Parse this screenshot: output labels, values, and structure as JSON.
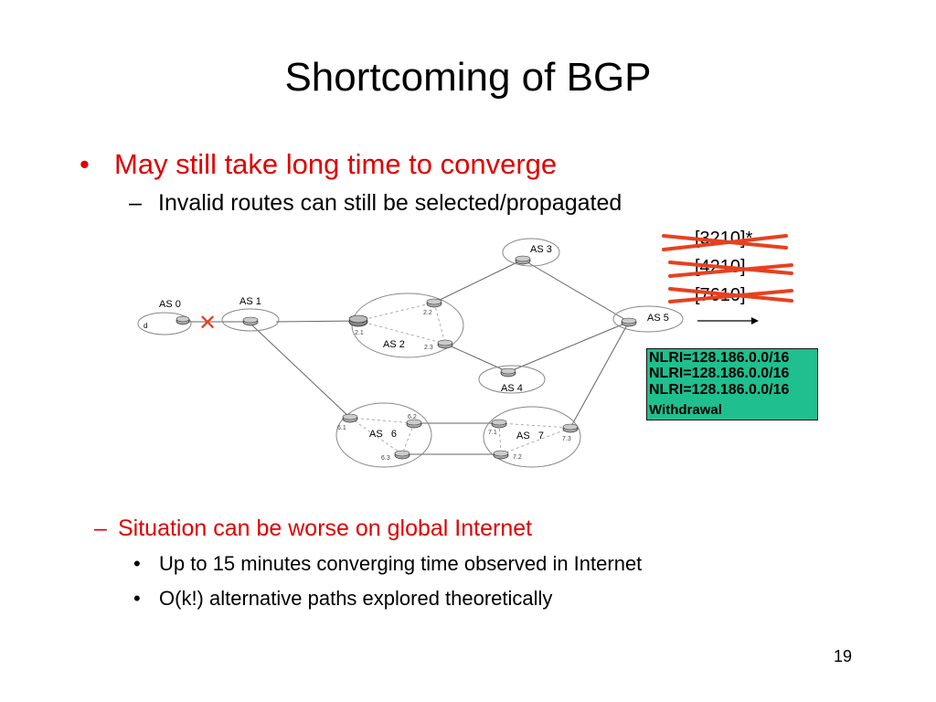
{
  "slide": {
    "title": "Shortcoming of BGP",
    "bullet1": "May still take long time to converge",
    "sub1": "Invalid routes can still be selected/propagated",
    "sub2": "Situation can be worse on global Internet",
    "sub2_items": [
      "Up to 15 minutes converging time observed in Internet",
      "O(k!) alternative paths explored theoretically"
    ],
    "page_number": "19",
    "bullet_glyph": "•",
    "dash_glyph": "–"
  },
  "diagram": {
    "as_labels": {
      "as0": "AS 0",
      "as1": "AS 1",
      "as2": "AS 2",
      "as3": "AS 3",
      "as4": "AS 4",
      "as5": "AS 5",
      "as6": "AS   6",
      "as7": "AS   7"
    },
    "router_labels": {
      "r21": "2.1",
      "r22": "2.2",
      "r23": "2.3",
      "r61": "6.1",
      "r62": "6.2",
      "r63": "6.3",
      "r71": "7.1",
      "r72": "7.2",
      "r73": "7.3",
      "d": "d"
    },
    "failed_link_marker": "✕",
    "crossed_routes": [
      "[3210]*",
      "[4210]",
      "[7610]"
    ],
    "nlri_lines": [
      "NLRI=128.186.0.0/16",
      "NLRI=128.186.0.0/16",
      "NLRI=128.186.0.0/16"
    ],
    "withdrawal_label": "Withdrawal",
    "colors": {
      "bullet_red": "#e00000",
      "strike_red": "#e8401f",
      "nlri_green": "#1fbf8f"
    }
  }
}
